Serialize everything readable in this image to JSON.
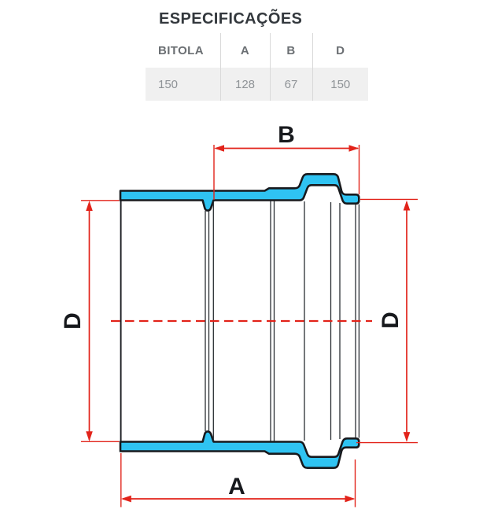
{
  "specs_title": "ESPECIFICAÇÕES",
  "table": {
    "columns": [
      "BITOLA",
      "A",
      "B",
      "D"
    ],
    "rows": [
      [
        "150",
        "128",
        "67",
        "150"
      ]
    ]
  },
  "diagram": {
    "dimension_labels": {
      "socket_depth_top": "B",
      "total_length_bottom": "A",
      "diameter_left": "D",
      "diameter_right": "D"
    },
    "colors": {
      "body_fill": "#2fc3f2",
      "outline": "#17191d",
      "dimension": "#e2231a",
      "table_row_bg": "#f0f0f0"
    }
  }
}
